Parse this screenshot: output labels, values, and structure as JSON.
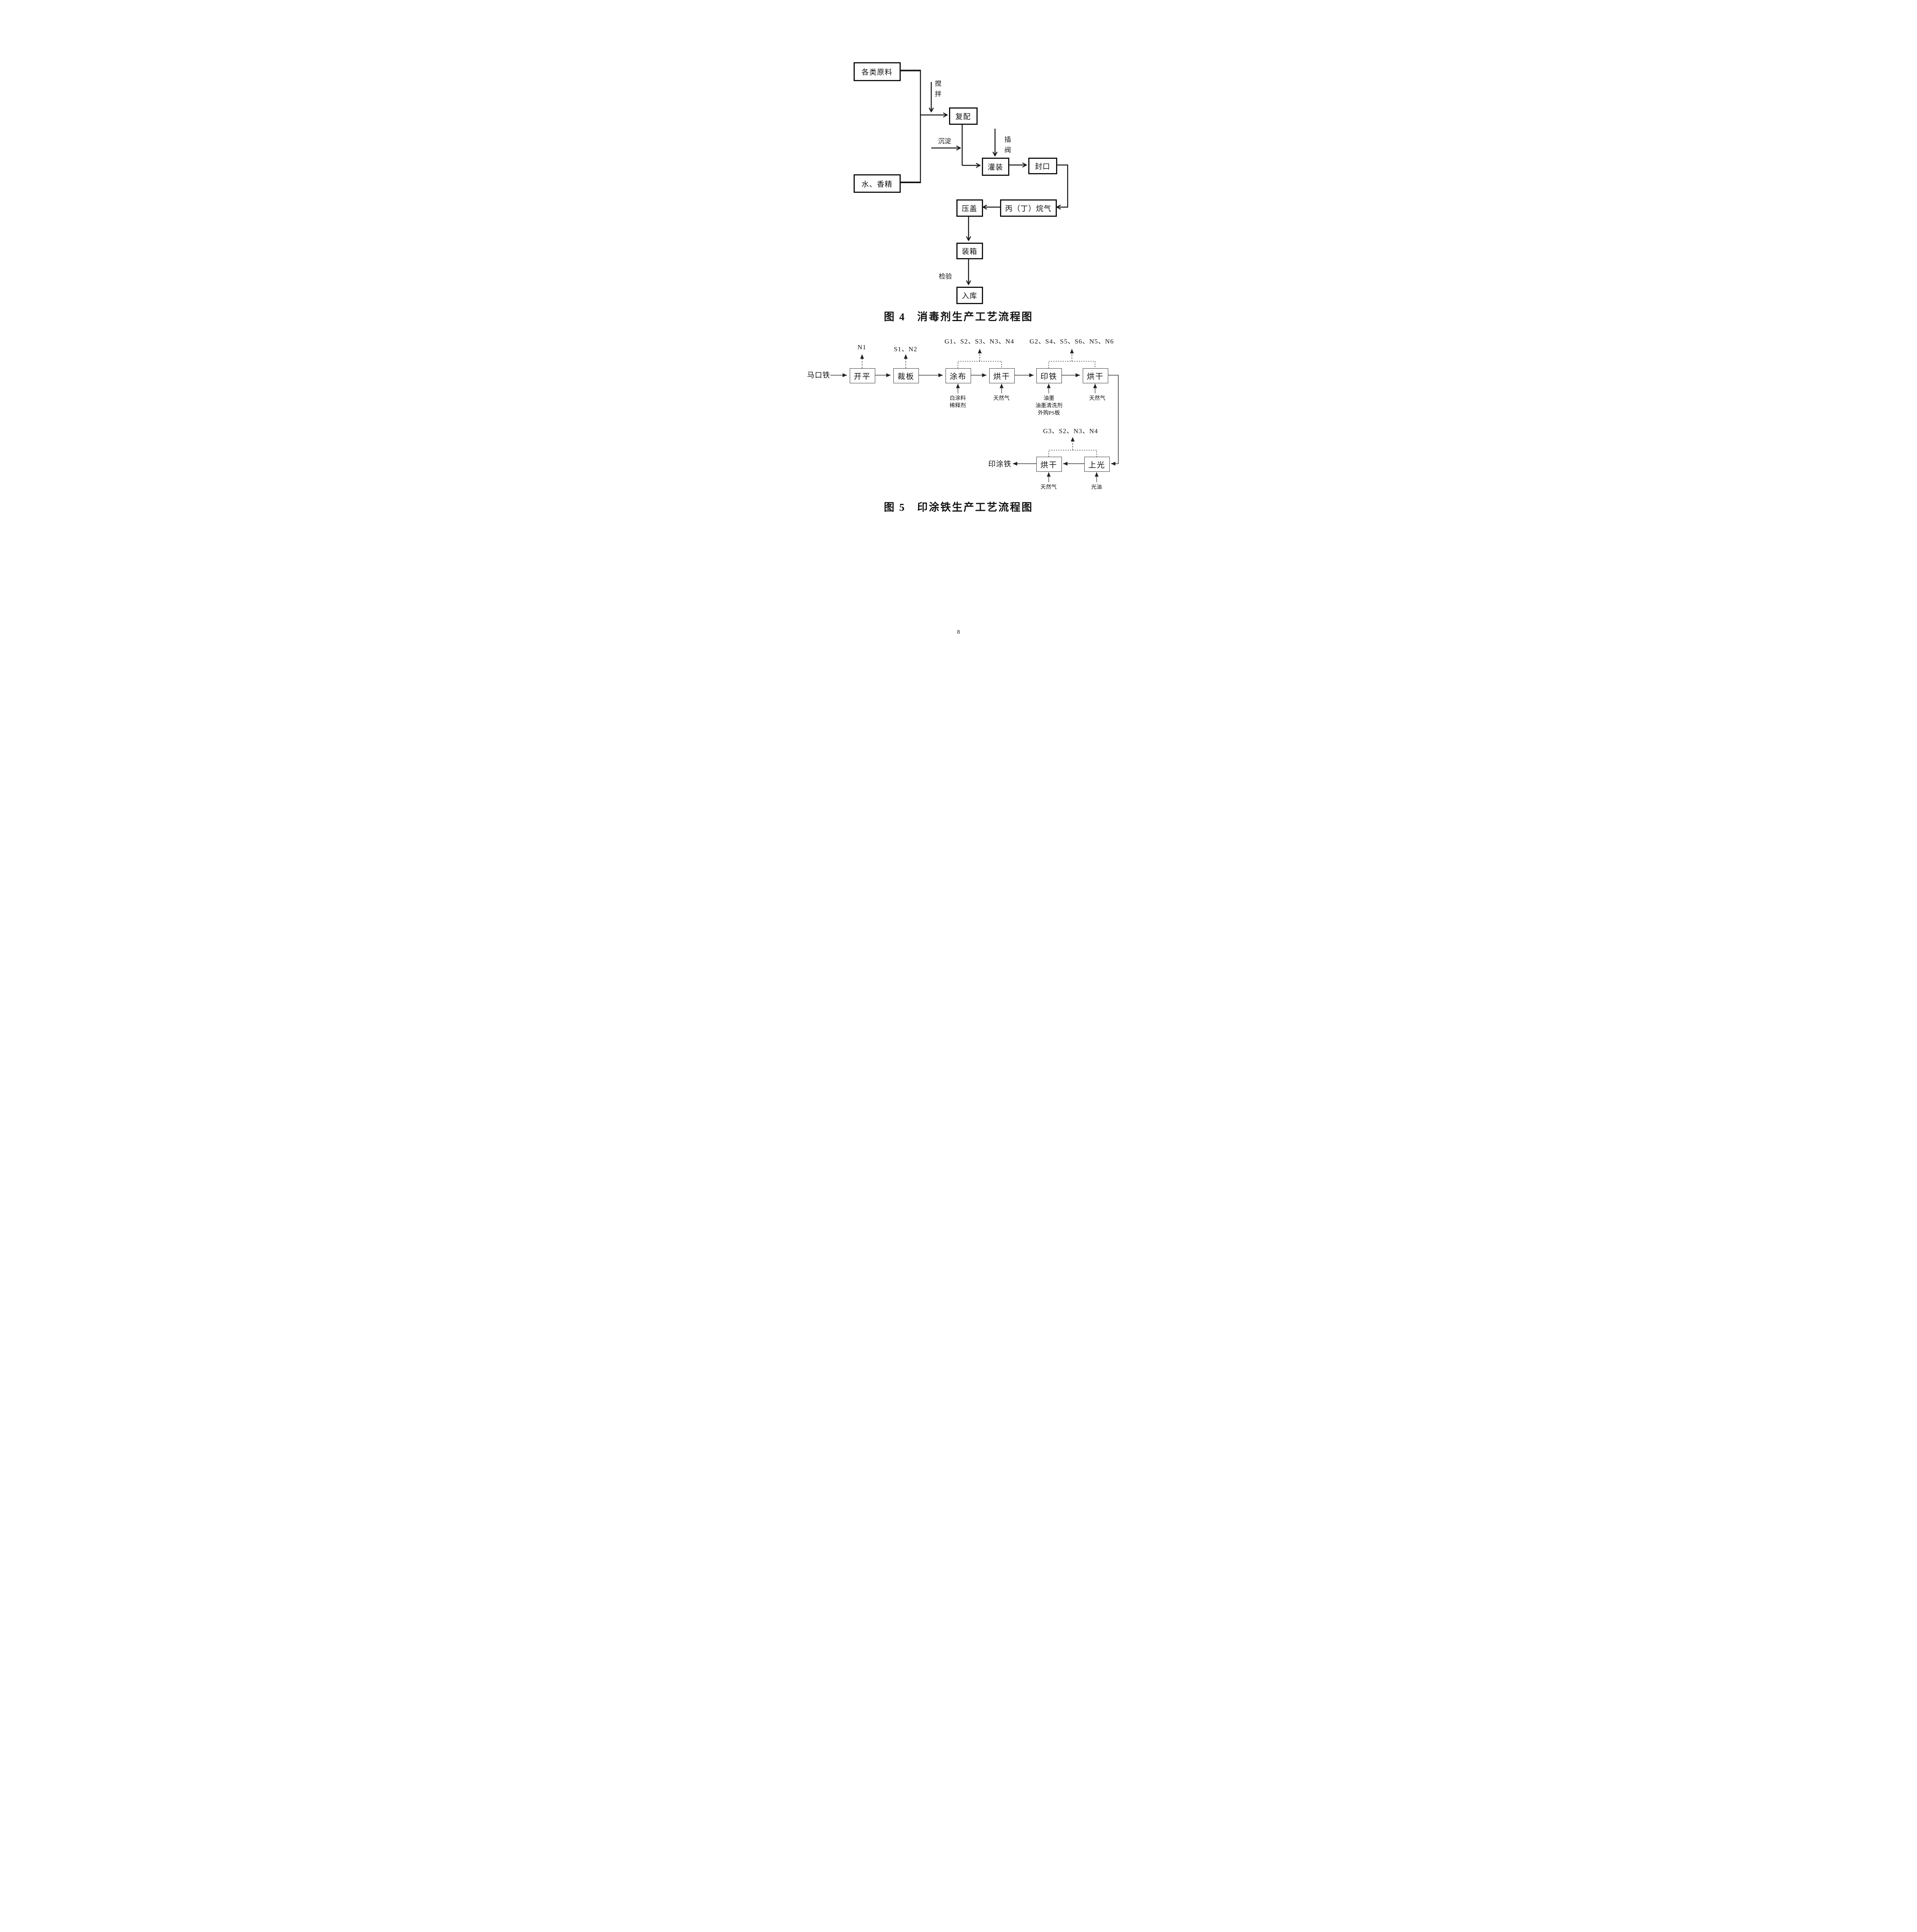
{
  "page": {
    "number": "8"
  },
  "figure4": {
    "caption": "图 4　消毒剂生产工艺流程图",
    "boxes": {
      "raw_materials": "各类原料",
      "water_essence": "水、香精",
      "compounding": "复配",
      "filling": "灌装",
      "sealing": "封口",
      "capping": "压盖",
      "propane_butane_gas": "丙（丁）烷气",
      "packing": "装箱",
      "warehousing": "入库"
    },
    "labels": {
      "stirring": "搅拌",
      "settling": "沉淀",
      "valve_inserting": "插阀",
      "inspection": "检验"
    }
  },
  "figure5": {
    "caption": "图 5　印涂铁生产工艺流程图",
    "input_label": "马口铁",
    "output_label": "印涂铁",
    "boxes": {
      "flattening": "开平",
      "sheet_cutting": "裁板",
      "coating": "涂布",
      "drying1": "烘干",
      "iron_printing": "印铁",
      "drying2": "烘干",
      "drying3": "烘干",
      "glazing": "上光"
    },
    "emission_labels": {
      "n1": "N1",
      "s1_n2": "S1、N2",
      "g1_group": "G1、S2、S3、N3、N4",
      "g2_group": "G2、S4、S5、S6、N5、N6",
      "g3_group": "G3、S2、N3、N4"
    },
    "feed_labels": {
      "white_coating": [
        "白涂料",
        "稀释剂"
      ],
      "natural_gas1": "天然气",
      "ink_group": [
        "油墨",
        "油墨清洗剂",
        "外购PS板"
      ],
      "natural_gas2": "天然气",
      "natural_gas3": "天然气",
      "varnish": "光油"
    }
  }
}
